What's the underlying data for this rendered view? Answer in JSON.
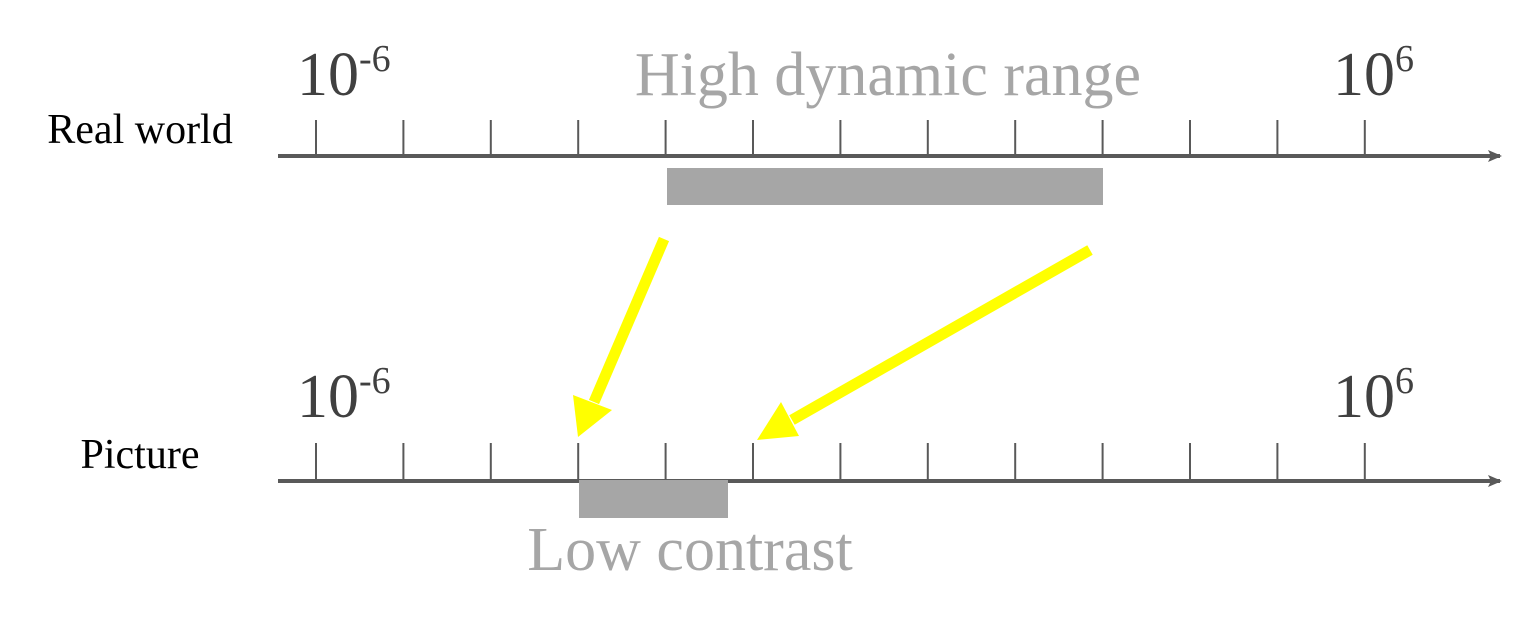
{
  "colors": {
    "axis": "#595959",
    "range_bar": "#a6a6a6",
    "caption": "#a6a6a6",
    "arrow": "#ffff00",
    "label": "#000000",
    "exponent": "#404040"
  },
  "rows": [
    {
      "label": "Real world",
      "scale_min": {
        "base": "10",
        "exponent": "-6"
      },
      "scale_max": {
        "base": "10",
        "exponent": "6"
      },
      "caption": "High dynamic range",
      "range": {
        "from_tick": 4,
        "to_tick": 9
      }
    },
    {
      "label": "Picture",
      "scale_min": {
        "base": "10",
        "exponent": "-6"
      },
      "scale_max": {
        "base": "10",
        "exponent": "6"
      },
      "caption": "Low contrast",
      "range": {
        "from_tick": 3,
        "to_tick": 4.7
      }
    }
  ],
  "tick_count": 13,
  "mapping_arrows": [
    {
      "from": "real-range-start",
      "to": "picture-range-start"
    },
    {
      "from": "real-range-end",
      "to": "picture-range-end"
    }
  ]
}
